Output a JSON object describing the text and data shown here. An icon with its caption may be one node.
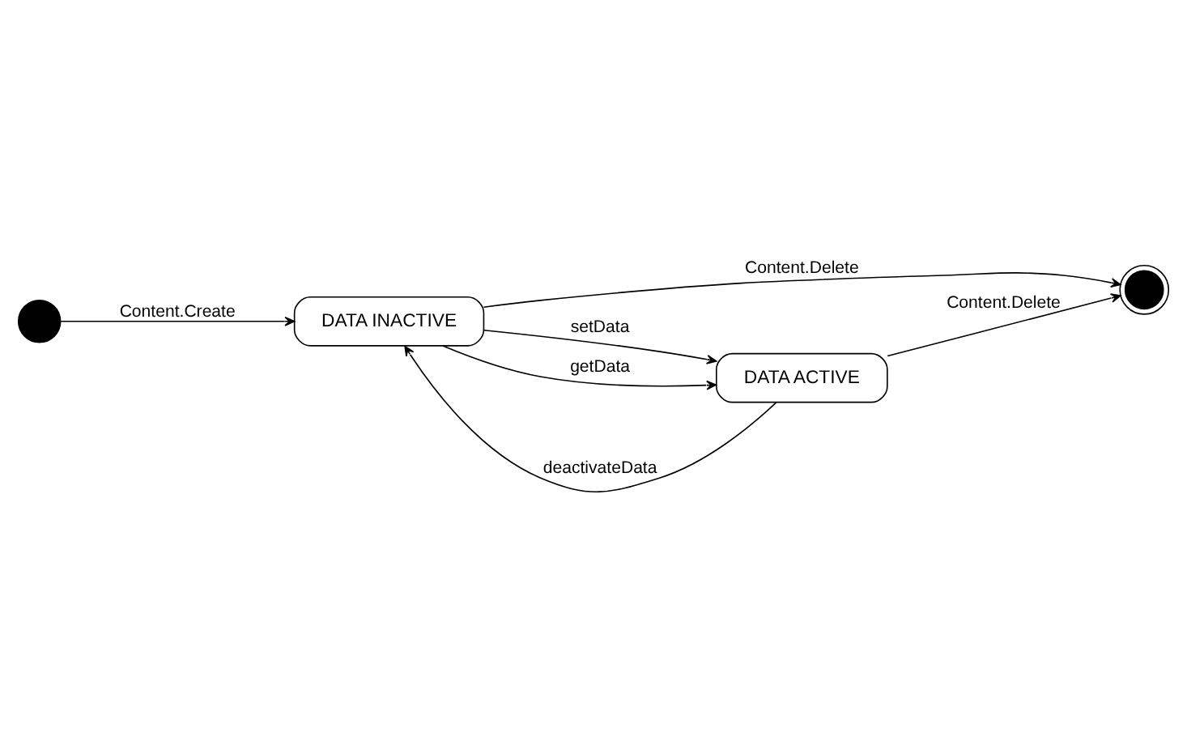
{
  "diagram": {
    "nodes": [
      {
        "text": [],
        "shape": "circle"
      },
      {
        "text": [],
        "shape": "bullseye"
      },
      {
        "text": [
          "DATA INACTIVE"
        ]
      },
      {
        "text": [
          "DATA ACTIVE"
        ]
      }
    ],
    "edges": [
      {
        "from": 0,
        "to": 2,
        "arrow": "to",
        "label": "Content.Create"
      },
      {
        "from": 2,
        "to": 1,
        "arrow": "to",
        "label": "Content.Delete"
      },
      {
        "from": 3,
        "to": 1,
        "arrow": "to",
        "label": "Content.Delete"
      },
      {
        "from": 3,
        "to": 2,
        "arrow": "to",
        "label": "deactivateData"
      },
      {
        "from": 2,
        "to": 3,
        "arrow": "to",
        "label": "setData"
      },
      {
        "from": 2,
        "to": 3,
        "arrow": "to",
        "label": "getData"
      }
    ]
  }
}
